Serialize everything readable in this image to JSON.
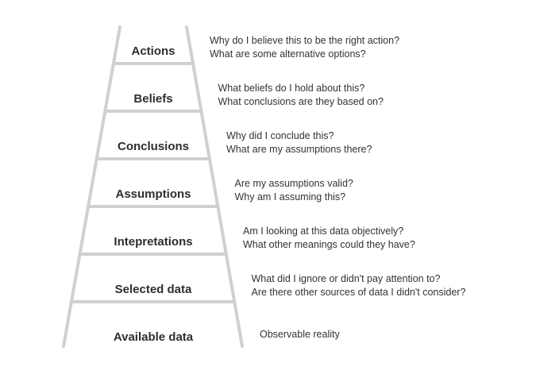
{
  "rail_color": "#d0d0d0",
  "rungs": [
    {
      "label": "Actions",
      "questions": [
        "Why do I believe this to be the right action?",
        "What are some alternative options?"
      ]
    },
    {
      "label": "Beliefs",
      "questions": [
        "What beliefs do I hold about this?",
        "What conclusions are they based on?"
      ]
    },
    {
      "label": "Conclusions",
      "questions": [
        "Why did I conclude this?",
        "What are my assumptions there?"
      ]
    },
    {
      "label": "Assumptions",
      "questions": [
        "Are my assumptions valid?",
        "Why am I assuming this?"
      ]
    },
    {
      "label": "Intepretations",
      "questions": [
        "Am I looking at this data objectively?",
        "What other meanings could they have?"
      ]
    },
    {
      "label": "Selected data",
      "questions": [
        "What did I ignore or didn't pay attention to?",
        "Are there other sources of data I didn't consider?"
      ]
    },
    {
      "label": "Available data",
      "questions": [
        "Observable reality"
      ]
    }
  ]
}
